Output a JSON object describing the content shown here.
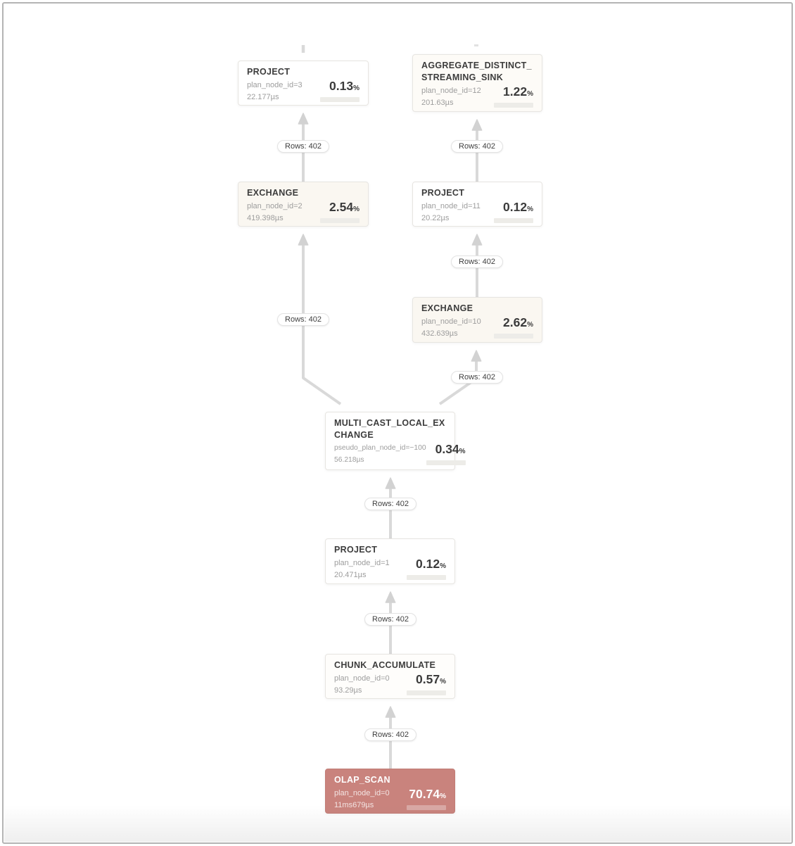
{
  "diagram": {
    "percent_suffix": "%",
    "colors": {
      "node_bg": "#ffffff",
      "warm_node_bg": "#faf7f1",
      "faint_warm_node_bg": "#fdfbf7",
      "hot_node_bg": "#c9837d",
      "edge": "#d9d9d9",
      "arrow": "#d2d2d2"
    },
    "nodes": [
      {
        "id": "project-3",
        "title": "PROJECT",
        "meta": "plan_node_id=3",
        "time": "22.177µs",
        "pct": "0.13",
        "bg": "#ffffff"
      },
      {
        "id": "aggregate-sink-12",
        "title": "AGGREGATE_DISTINCT_STREAMING_SINK",
        "meta": "plan_node_id=12",
        "time": "201.63µs",
        "pct": "1.22",
        "bg": "#fdfbf7"
      },
      {
        "id": "exchange-2",
        "title": "EXCHANGE",
        "meta": "plan_node_id=2",
        "time": "419.398µs",
        "pct": "2.54",
        "bg": "#faf7f1"
      },
      {
        "id": "project-11",
        "title": "PROJECT",
        "meta": "plan_node_id=11",
        "time": "20.22µs",
        "pct": "0.12",
        "bg": "#ffffff"
      },
      {
        "id": "exchange-10",
        "title": "EXCHANGE",
        "meta": "plan_node_id=10",
        "time": "432.639µs",
        "pct": "2.62",
        "bg": "#faf7f1"
      },
      {
        "id": "multi-cast-local-exchange",
        "title": "MULTI_CAST_LOCAL_EXCHANGE",
        "meta": "pseudo_plan_node_id=−100",
        "time": "56.218µs",
        "pct": "0.34",
        "bg": "#ffffff"
      },
      {
        "id": "project-1",
        "title": "PROJECT",
        "meta": "plan_node_id=1",
        "time": "20.471µs",
        "pct": "0.12",
        "bg": "#ffffff"
      },
      {
        "id": "chunk-accumulate-0",
        "title": "CHUNK_ACCUMULATE",
        "meta": "plan_node_id=0",
        "time": "93.29µs",
        "pct": "0.57",
        "bg": "#fefdfb"
      },
      {
        "id": "olap-scan-0",
        "title": "OLAP_SCAN",
        "meta": "plan_node_id=0",
        "time": "11ms679µs",
        "pct": "70.74",
        "bg": "#c9837d",
        "highlight": true
      }
    ],
    "edges": [
      {
        "from": "exchange-2",
        "to": "project-3",
        "label": "Rows: 402"
      },
      {
        "from": "project-11",
        "to": "aggregate-sink-12",
        "label": "Rows: 402"
      },
      {
        "from": "exchange-10",
        "to": "project-11",
        "label": "Rows: 402"
      },
      {
        "from": "multi-cast-local-exchange",
        "to": "exchange-2",
        "label": "Rows: 402"
      },
      {
        "from": "multi-cast-local-exchange",
        "to": "exchange-10",
        "label": "Rows: 402"
      },
      {
        "from": "project-1",
        "to": "multi-cast-local-exchange",
        "label": "Rows: 402"
      },
      {
        "from": "chunk-accumulate-0",
        "to": "project-1",
        "label": "Rows: 402"
      },
      {
        "from": "olap-scan-0",
        "to": "chunk-accumulate-0",
        "label": "Rows: 402"
      }
    ]
  }
}
